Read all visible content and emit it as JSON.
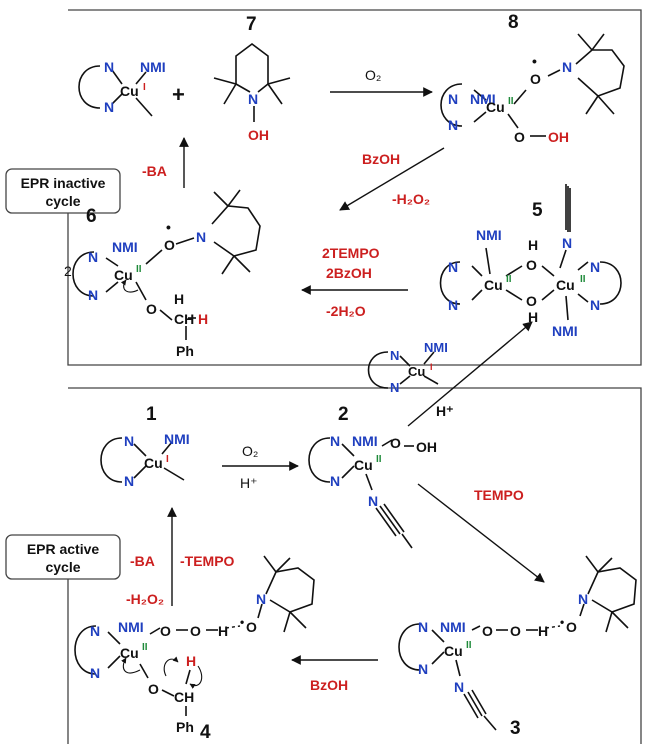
{
  "atoms": {
    "N": "N",
    "NMI": "NMI",
    "Cu": "Cu",
    "CuI": "I",
    "CuII": "II",
    "O": "O",
    "H": "H",
    "OH": "OH",
    "Ph": "Ph",
    "CH": "CH",
    "Hplus": "H⁺",
    "O2": "O₂",
    "two": "2",
    "radical": "•"
  },
  "compounds": {
    "c1": "1",
    "c2": "2",
    "c3": "3",
    "c4": "4",
    "c5": "5",
    "c6": "6",
    "c7": "7",
    "c8": "8"
  },
  "reagents": {
    "plus": "+",
    "BA_out": "-BA",
    "BzOH": "BzOH",
    "minus_H2O2": "-H₂O₂",
    "two_TEMPO": "2TEMPO",
    "two_BzOH": "2BzOH",
    "minus_2H2O": "-2H₂O",
    "TEMPO": "TEMPO",
    "minus_TEMPO": "-TEMPO"
  },
  "cycles": {
    "inactive_line1": "EPR inactive",
    "inactive_line2": "cycle",
    "active_line1": "EPR active",
    "active_line2": "cycle"
  }
}
